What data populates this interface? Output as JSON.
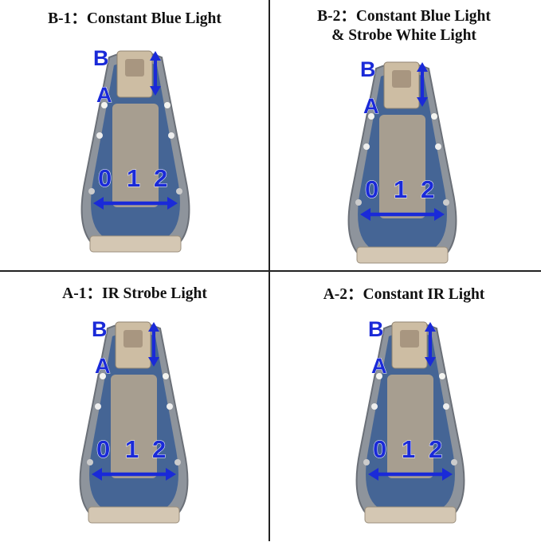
{
  "panels": [
    {
      "id": "B-1",
      "title": "B-1：Constant Blue Light",
      "title_line2": ""
    },
    {
      "id": "B-2",
      "title": "B-2：Constant Blue Light",
      "title_line2": "& Strobe White Light"
    },
    {
      "id": "A-1",
      "title": "A-1：IR Strobe Light",
      "title_line2": ""
    },
    {
      "id": "A-2",
      "title": "A-2：Constant IR Light",
      "title_line2": ""
    }
  ],
  "device_labels": {
    "switch_b": "B",
    "switch_a": "A",
    "pos_0": "0",
    "pos_1": "1",
    "pos_2": "2"
  },
  "colors": {
    "label_blue": "#1a2ad8",
    "arrow_blue": "#1a2ad8",
    "body_gray": "#8e949c",
    "lens_blue": "#3d5f95",
    "tan": "#c9b89e"
  }
}
